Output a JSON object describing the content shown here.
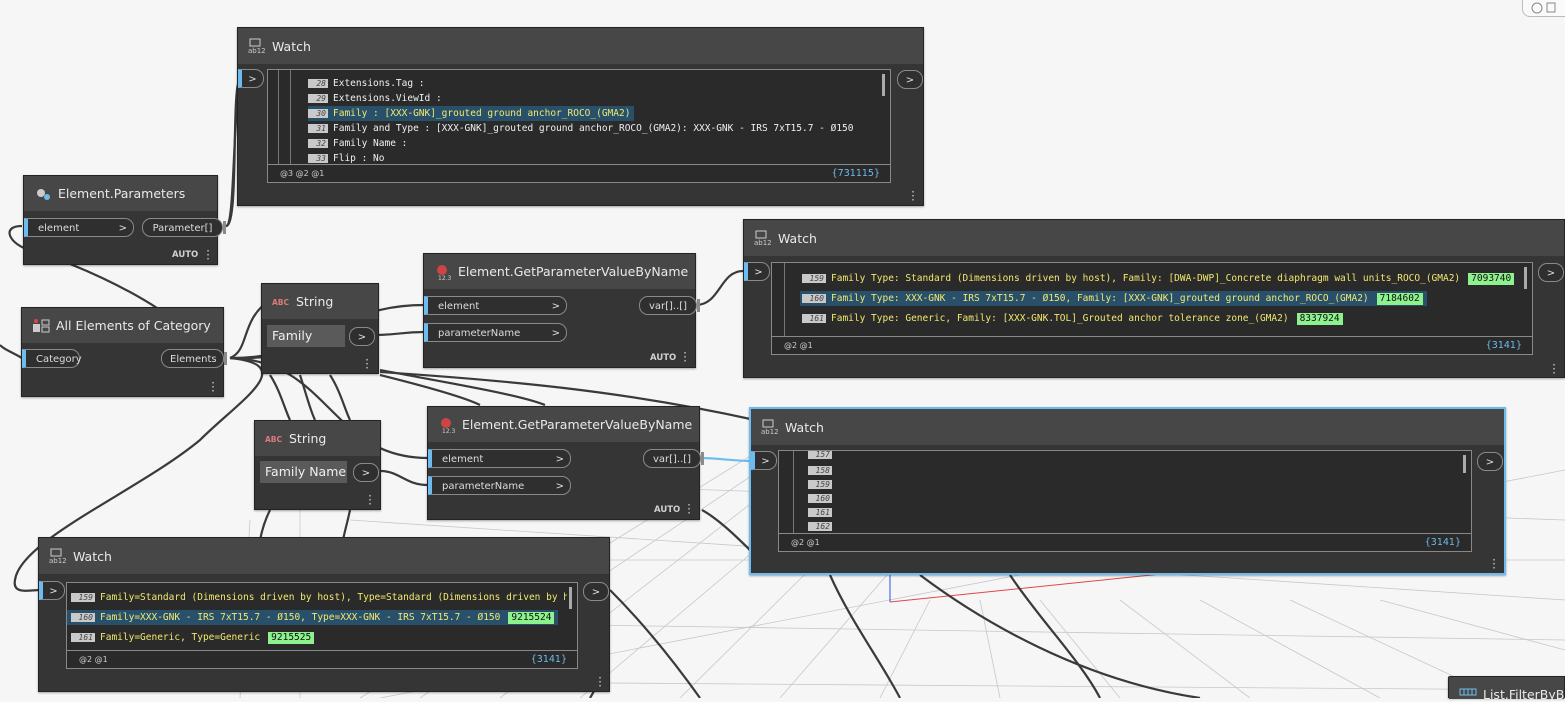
{
  "nodes": {
    "watch_top": {
      "title": "Watch",
      "rows": [
        {
          "idx": "28",
          "text": "Extensions.Tag :"
        },
        {
          "idx": "29",
          "text": "Extensions.ViewId :"
        },
        {
          "idx": "30",
          "text": "Family : [XXX-GNK]_grouted ground anchor_ROCO_(GMA2)"
        },
        {
          "idx": "31",
          "text": "Family and Type : [XXX-GNK]_grouted ground anchor_ROCO_(GMA2): XXX-GNK - IRS 7xT15.7 - Ø150"
        },
        {
          "idx": "32",
          "text": "Family Name :"
        },
        {
          "idx": "33",
          "text": "Flip : No"
        }
      ],
      "levels": "@3 @2 @1",
      "count": "{731115}"
    },
    "element_parameters": {
      "title": "Element.Parameters",
      "input": "element",
      "output": "Parameter[]",
      "lacing": "AUTO"
    },
    "all_elements": {
      "title": "All Elements of Category",
      "input": "Category",
      "output": "Elements"
    },
    "string1": {
      "title": "String",
      "value": "Family"
    },
    "getparam1": {
      "title": "Element.GetParameterValueByName",
      "in1": "element",
      "in2": "parameterName",
      "output": "var[]..[]",
      "lacing": "AUTO"
    },
    "watch_right": {
      "title": "Watch",
      "rows": [
        {
          "idx": "159",
          "text": "Family Type: Standard (Dimensions driven by host), Family: [DWA-DWP]_Concrete diaphragm wall units_ROCO_(GMA2)",
          "num": "7093740"
        },
        {
          "idx": "160",
          "text": "Family Type: XXX-GNK - IRS 7xT15.7 - Ø150, Family: [XXX-GNK]_grouted ground anchor_ROCO_(GMA2)",
          "num": "7184602"
        },
        {
          "idx": "161",
          "text": "Family Type: Generic, Family: [XXX-GNK.TOL]_Grouted anchor tolerance zone_(GMA2)",
          "num": "8337924"
        }
      ],
      "levels": "@2 @1",
      "count": "{3141}"
    },
    "string2": {
      "title": "String",
      "value": "Family Name"
    },
    "getparam2": {
      "title": "Element.GetParameterValueByName",
      "in1": "element",
      "in2": "parameterName",
      "output": "var[]..[]",
      "lacing": "AUTO"
    },
    "watch_mid": {
      "title": "Watch",
      "rows": [
        "157",
        "158",
        "159",
        "160",
        "161",
        "162"
      ],
      "levels": "@2 @1",
      "count": "{3141}"
    },
    "watch_bottom": {
      "title": "Watch",
      "rows": [
        {
          "idx": "159",
          "text": "Family=Standard (Dimensions driven by host), Type=Standard (Dimensions driven by h"
        },
        {
          "idx": "160",
          "text": "Family=XXX-GNK - IRS 7xT15.7 - Ø150, Type=XXX-GNK - IRS 7xT15.7 - Ø150",
          "num": "9215524"
        },
        {
          "idx": "161",
          "text": "Family=Generic, Type=Generic",
          "num": "9215525"
        }
      ],
      "levels": "@2 @1",
      "count": "{3141}"
    },
    "list_filter": {
      "title": "List.FilterByB"
    }
  },
  "chev": ">",
  "colors": {
    "accent": "#6dbcef",
    "wire": "#3a3a3a",
    "value_text": "#f2e86d",
    "number_badge": "#8df28d"
  }
}
